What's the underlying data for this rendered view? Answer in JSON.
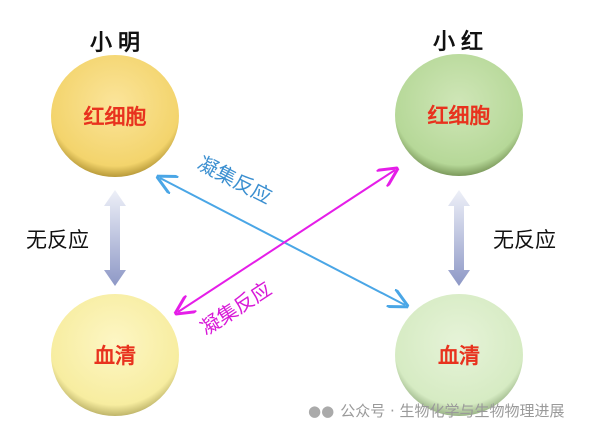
{
  "people": {
    "left": "小明",
    "right": "小红"
  },
  "nodes": {
    "tl": "红细胞",
    "tr": "红细胞",
    "bl": "血清",
    "br": "血清"
  },
  "no_reaction_left": "无反应",
  "no_reaction_right": "无反应",
  "agglutination_blue": "凝集反应",
  "agglutination_magenta": "凝集反应",
  "watermark": "公众号 · 生物化学与生物物理进展",
  "colors": {
    "blue_arrow": "#4aa6e6",
    "magenta_arrow": "#e51ee8",
    "node_text": "#e8321e"
  }
}
